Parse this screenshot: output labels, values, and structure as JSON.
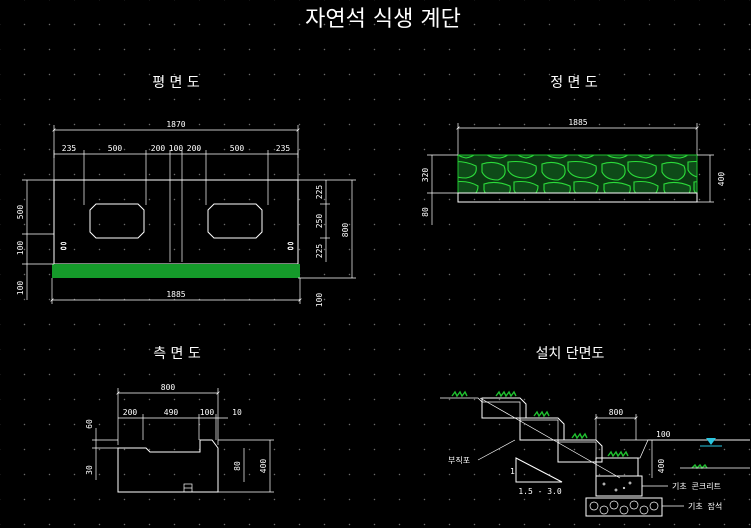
{
  "drawing": {
    "title": "자연석 식생 계단",
    "colors": {
      "background": "#000000",
      "line": "#ffffff",
      "accent_green": "#159a2a",
      "water_cyan": "#29c6e0"
    }
  },
  "views": {
    "plan": {
      "title": "평 면 도",
      "dims": {
        "overall_top": "1870",
        "overall_bottom": "1885",
        "seg_235_left": "235",
        "seg_500_left": "500",
        "seg_200_left": "200",
        "seg_100_mid": "100",
        "seg_200_right": "200",
        "seg_500_right": "500",
        "seg_235_right": "235",
        "left_500": "500",
        "left_100a": "100",
        "left_100b": "100",
        "right_225a": "225",
        "right_250": "250",
        "right_225b": "225",
        "right_800": "800",
        "right_100": "100"
      }
    },
    "front": {
      "title": "정 면 도",
      "dims": {
        "overall": "1885",
        "left_320": "320",
        "left_80": "80",
        "right_400": "400"
      }
    },
    "side": {
      "title": "측 면 도",
      "dims": {
        "overall": "800",
        "seg_200": "200",
        "seg_490": "490",
        "seg_100": "100",
        "seg_10": "10",
        "left_60": "60",
        "left_30": "30",
        "right_80": "80",
        "right_400": "400"
      }
    },
    "section": {
      "title": "설치 단면도",
      "dims": {
        "width_800": "800",
        "h_100": "100",
        "h_400": "400",
        "slope_1": "1",
        "slope_ratio": "1.5 - 3.0"
      },
      "labels": {
        "filter_fabric": "부직포",
        "base_concrete": "기초 콘크리트",
        "base_gravel": "기초 잡석"
      }
    }
  }
}
